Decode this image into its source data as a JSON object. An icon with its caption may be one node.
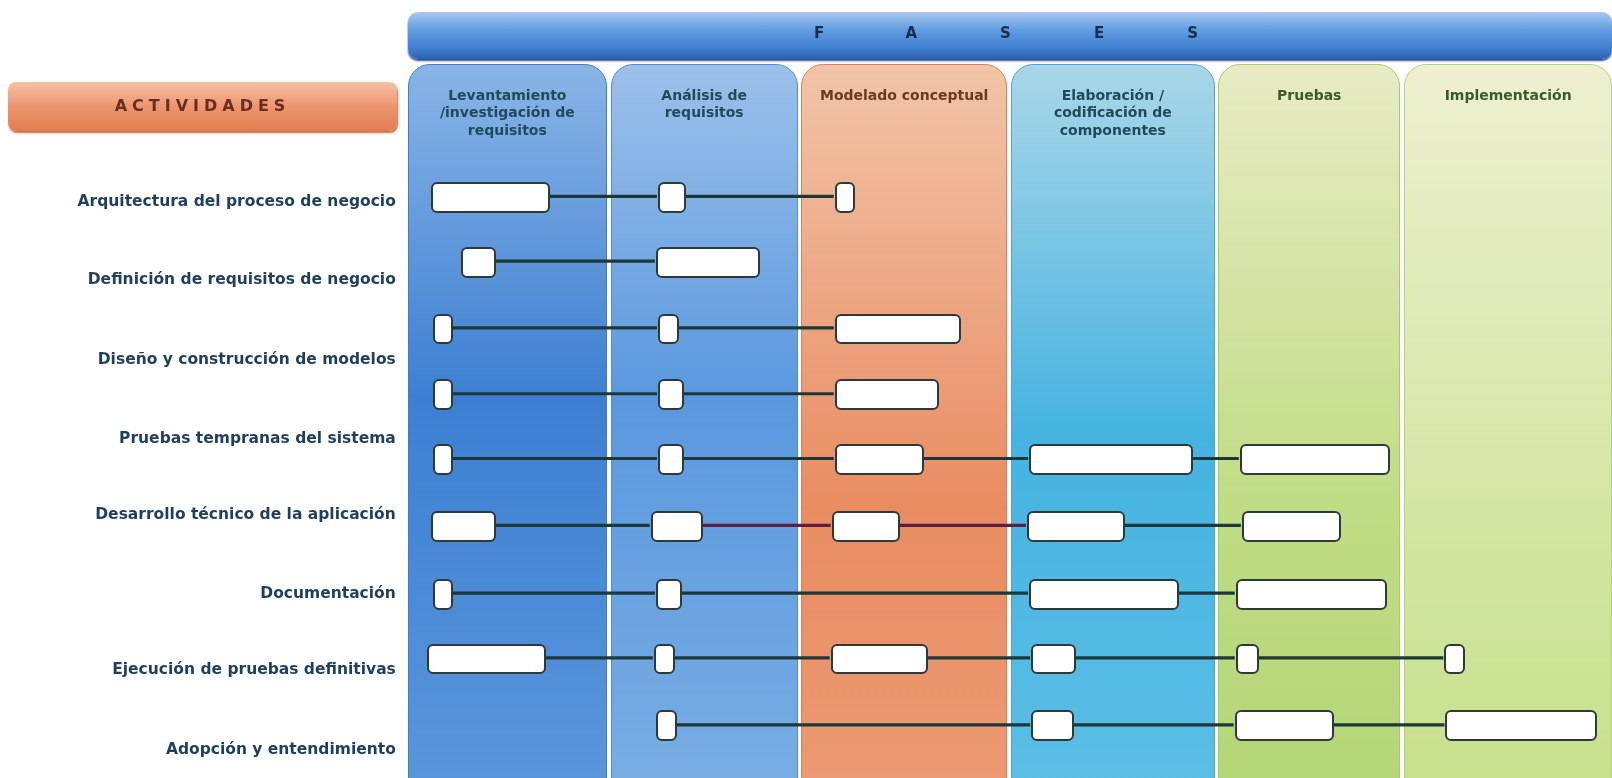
{
  "diagram": {
    "nodes": [
      {
        "text": [
          "FASES"
        ]
      },
      {
        "text": [
          "ACTIVIDADES"
        ]
      },
      {
        "text": [
          "Levantamiento /investigación de requisitos"
        ]
      },
      {
        "text": [
          "Análisis de requisitos"
        ]
      },
      {
        "text": [
          "Modelado conceptual"
        ]
      },
      {
        "text": [
          "Elaboración / codificación de componentes"
        ]
      },
      {
        "text": [
          "Pruebas"
        ]
      },
      {
        "text": [
          "Implementación"
        ]
      },
      {
        "text": [],
        "shape": "box",
        "in": 2
      },
      {
        "text": [],
        "shape": "box",
        "in": 3
      },
      {
        "text": [],
        "shape": "box",
        "in": 4
      },
      {
        "text": [],
        "shape": "box",
        "in": 2
      },
      {
        "text": [],
        "shape": "box",
        "in": 3
      },
      {
        "text": [],
        "shape": "box",
        "in": 2
      },
      {
        "text": [],
        "shape": "box",
        "in": 3
      },
      {
        "text": [],
        "shape": "box",
        "in": 4
      },
      {
        "text": [],
        "shape": "box",
        "in": 2
      },
      {
        "text": [],
        "shape": "box",
        "in": 3
      },
      {
        "text": [],
        "shape": "box",
        "in": 4
      },
      {
        "text": [],
        "shape": "box",
        "in": 2
      },
      {
        "text": [],
        "shape": "box",
        "in": 3
      },
      {
        "text": [],
        "shape": "box",
        "in": 4
      },
      {
        "text": [],
        "shape": "box",
        "in": 5
      },
      {
        "text": [],
        "shape": "box",
        "in": 6
      },
      {
        "text": [],
        "shape": "box",
        "in": 2
      },
      {
        "text": [],
        "shape": "box",
        "in": 3
      },
      {
        "text": [],
        "shape": "box",
        "in": 4
      },
      {
        "text": [],
        "shape": "box",
        "in": 5
      },
      {
        "text": [],
        "shape": "box",
        "in": 6
      },
      {
        "text": [],
        "shape": "box",
        "in": 2
      },
      {
        "text": [],
        "shape": "box",
        "in": 3
      },
      {
        "text": [],
        "shape": "box",
        "in": 5
      },
      {
        "text": [],
        "shape": "box",
        "in": 6
      },
      {
        "text": [],
        "shape": "box",
        "in": 2
      },
      {
        "text": [],
        "shape": "box",
        "in": 3
      },
      {
        "text": [],
        "shape": "box",
        "in": 4
      },
      {
        "text": [],
        "shape": "box",
        "in": 5
      },
      {
        "text": [],
        "shape": "box",
        "in": 6
      },
      {
        "text": [],
        "shape": "box",
        "in": 7
      },
      {
        "text": [],
        "shape": "box",
        "in": 3
      },
      {
        "text": [],
        "shape": "box",
        "in": 5
      },
      {
        "text": [],
        "shape": "box",
        "in": 6
      },
      {
        "text": [],
        "shape": "box",
        "in": 7
      }
    ],
    "edges": [
      {
        "from": 8,
        "to": 9,
        "arrow": "none"
      },
      {
        "from": 9,
        "to": 10,
        "arrow": "none"
      },
      {
        "from": 11,
        "to": 12,
        "arrow": "none"
      },
      {
        "from": 13,
        "to": 14,
        "arrow": "none"
      },
      {
        "from": 14,
        "to": 15,
        "arrow": "none"
      },
      {
        "from": 16,
        "to": 17,
        "arrow": "none"
      },
      {
        "from": 17,
        "to": 18,
        "arrow": "none"
      },
      {
        "from": 19,
        "to": 20,
        "arrow": "none"
      },
      {
        "from": 20,
        "to": 21,
        "arrow": "none"
      },
      {
        "from": 21,
        "to": 22,
        "arrow": "none"
      },
      {
        "from": 22,
        "to": 23,
        "arrow": "none"
      },
      {
        "from": 24,
        "to": 25,
        "arrow": "none"
      },
      {
        "from": 25,
        "to": 26,
        "arrow": "none",
        "color": "#5a2040"
      },
      {
        "from": 26,
        "to": 27,
        "arrow": "none",
        "color": "#5a2040"
      },
      {
        "from": 27,
        "to": 28,
        "arrow": "none"
      },
      {
        "from": 29,
        "to": 30,
        "arrow": "none"
      },
      {
        "from": 30,
        "to": 31,
        "arrow": "none"
      },
      {
        "from": 31,
        "to": 32,
        "arrow": "none"
      },
      {
        "from": 33,
        "to": 34,
        "arrow": "none"
      },
      {
        "from": 34,
        "to": 35,
        "arrow": "none"
      },
      {
        "from": 35,
        "to": 36,
        "arrow": "none"
      },
      {
        "from": 36,
        "to": 37,
        "arrow": "none"
      },
      {
        "from": 37,
        "to": 38,
        "arrow": "none"
      },
      {
        "from": 39,
        "to": 40,
        "arrow": "none"
      },
      {
        "from": 40,
        "to": 41,
        "arrow": "none"
      },
      {
        "from": 41,
        "to": 42,
        "arrow": "none"
      }
    ],
    "labels": [
      "Arquitectura del proceso de negocio",
      "Definición de requisitos de negocio",
      "Diseño y construcción de modelos",
      "Pruebas tempranas del sistema",
      "Desarrollo técnico de la aplicación",
      "Documentación",
      "Ejecución de pruebas definitivas",
      "Adopción y entendimiento"
    ]
  }
}
